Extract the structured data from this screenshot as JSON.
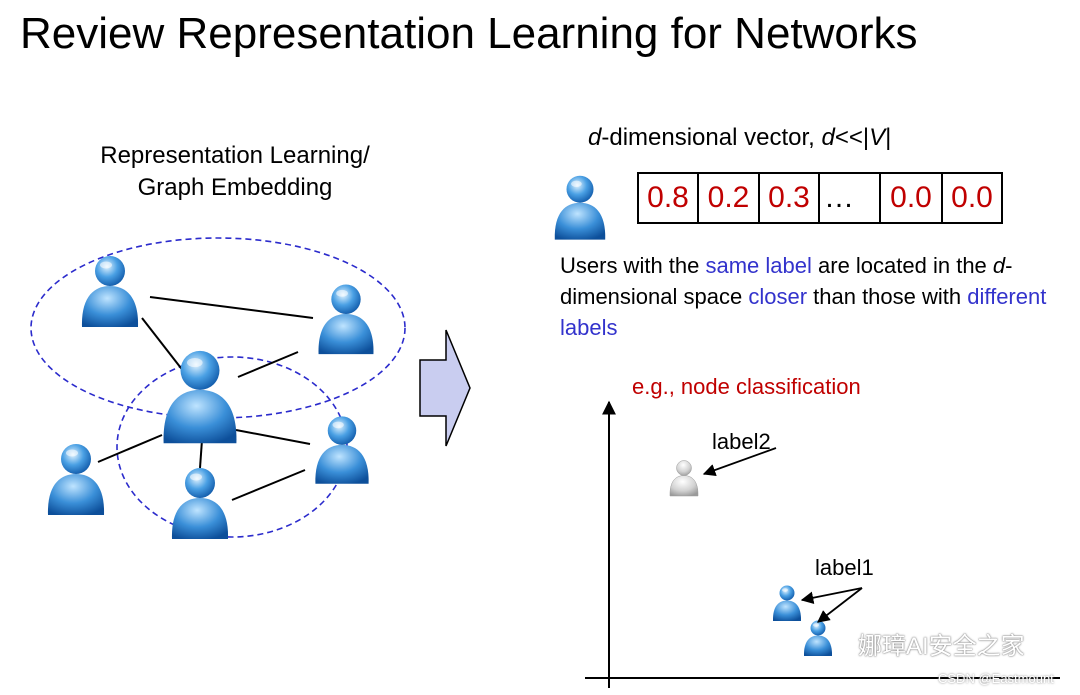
{
  "title": "Review Representation Learning for Networks",
  "left": {
    "heading_line1": "Representation Learning/",
    "heading_line2": "Graph Embedding"
  },
  "vector": {
    "caption_d": "d",
    "caption_mid": "-dimensional vector, ",
    "caption_d2": "d",
    "caption_lt": "<<|",
    "caption_v": "V",
    "caption_end": "|",
    "cells": [
      "0.8",
      "0.2",
      "0.3",
      "…",
      "0.0",
      "0.0"
    ]
  },
  "description": {
    "p1": "Users with the ",
    "same_label": "same label",
    "p2": " are located in the ",
    "d": "d",
    "p3": "-dimensional space ",
    "closer": "closer",
    "p4": " than those with ",
    "different_labels": "different labels"
  },
  "plot": {
    "title": "e.g., node classification",
    "label2": "label2",
    "label1": "label1"
  },
  "watermark": {
    "text": "娜璋AI安全之家",
    "credit": "CSDN @Eastmount"
  },
  "colors": {
    "value_red": "#c00000",
    "highlight_blue": "#3333cc",
    "ellipse_blue": "#2b2bcc",
    "user_blue": "#2f86d4",
    "arrow_fill": "#c9cdf0"
  }
}
